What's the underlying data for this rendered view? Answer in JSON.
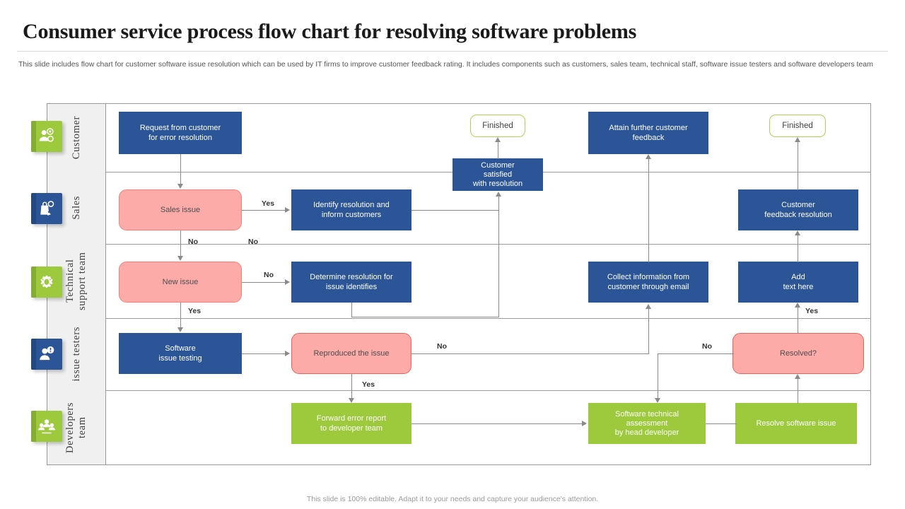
{
  "header": {
    "title": "Consumer service process flow chart for resolving software problems",
    "subtitle": "This slide includes flow chart for customer software issue resolution which can be used by IT firms to improve customer feedback rating. It includes components such as customers, sales team, technical staff, software issue testers and software developers team"
  },
  "footer": {
    "note": "This slide is 100% editable.  Adapt it to your needs and capture your audience's attention."
  },
  "colors": {
    "blue": "#2b5596",
    "green": "#9cca3c",
    "pink": "#fcaba8",
    "pink_border": "#e8635f",
    "terminator_border": "#b4cf4f",
    "lane_band": "#f0f0f0",
    "line": "#8a8a8a"
  },
  "lanes": [
    {
      "label": "Customer",
      "icon": "customer-support-icon",
      "icon_color": "green"
    },
    {
      "label": "Sales",
      "icon": "shopping-bag-tag-icon",
      "icon_color": "blue"
    },
    {
      "label": "Technical support team",
      "icon": "gear-bug-icon",
      "icon_color": "green"
    },
    {
      "label": "issue testers",
      "icon": "user-alert-icon",
      "icon_color": "blue"
    },
    {
      "label": "Developers team",
      "icon": "team-group-icon",
      "icon_color": "green"
    }
  ],
  "chart_data": {
    "type": "diagram",
    "title": "Consumer service process flow chart for resolving software problems",
    "nodes": [
      {
        "id": "n1",
        "text": "Request from customer\nfor error resolution",
        "lane": "Customer",
        "shape": "process",
        "color": "blue"
      },
      {
        "id": "n2",
        "text": "Finished",
        "lane": "Customer",
        "shape": "terminator",
        "color": "white"
      },
      {
        "id": "n3",
        "text": "Attain further customer\nfeedback",
        "lane": "Customer",
        "shape": "process",
        "color": "blue"
      },
      {
        "id": "n4",
        "text": "Finished",
        "lane": "Customer",
        "shape": "terminator",
        "color": "white"
      },
      {
        "id": "n5",
        "text": "Customer\nsatisfied\nwith resolution",
        "lane": "Customer/Sales",
        "shape": "process",
        "color": "blue"
      },
      {
        "id": "n6",
        "text": "Sales issue",
        "lane": "Sales",
        "shape": "decision",
        "color": "pink"
      },
      {
        "id": "n7",
        "text": "Identify resolution and\ninform customers",
        "lane": "Sales",
        "shape": "process",
        "color": "blue"
      },
      {
        "id": "n8",
        "text": "Customer\nfeedback resolution",
        "lane": "Sales",
        "shape": "process",
        "color": "blue"
      },
      {
        "id": "n9",
        "text": "New issue",
        "lane": "Technical support team",
        "shape": "decision",
        "color": "pink"
      },
      {
        "id": "n10",
        "text": "Determine resolution for\nissue identifies",
        "lane": "Technical support team",
        "shape": "process",
        "color": "blue"
      },
      {
        "id": "n11",
        "text": "Collect information from\ncustomer through email",
        "lane": "Technical support team",
        "shape": "process",
        "color": "blue"
      },
      {
        "id": "n12",
        "text": "Add\ntext  here",
        "lane": "Technical support team",
        "shape": "process",
        "color": "blue"
      },
      {
        "id": "n13",
        "text": "Software\nissue testing",
        "lane": "issue testers",
        "shape": "process",
        "color": "blue"
      },
      {
        "id": "n14",
        "text": "Reproduced the issue",
        "lane": "issue testers",
        "shape": "decision",
        "color": "pink"
      },
      {
        "id": "n15",
        "text": "Resolved?",
        "lane": "issue testers",
        "shape": "decision",
        "color": "pink"
      },
      {
        "id": "n16",
        "text": "Forward  error  report\nto  developer  team",
        "lane": "Developers team",
        "shape": "process",
        "color": "green"
      },
      {
        "id": "n17",
        "text": "Software technical\nassessment\nby head developer",
        "lane": "Developers team",
        "shape": "process",
        "color": "green"
      },
      {
        "id": "n18",
        "text": "Resolve software issue",
        "lane": "Developers team",
        "shape": "process",
        "color": "green"
      }
    ],
    "edges": [
      {
        "from": "n1",
        "to": "n6",
        "label": ""
      },
      {
        "from": "n6",
        "to": "n7",
        "label": "Yes"
      },
      {
        "from": "n6",
        "to": "n9",
        "label": "No"
      },
      {
        "from": "n7",
        "to": "n5",
        "label": "No"
      },
      {
        "from": "n9",
        "to": "n10",
        "label": "No"
      },
      {
        "from": "n9",
        "to": "n13",
        "label": "Yes"
      },
      {
        "from": "n10",
        "to": "n5",
        "label": ""
      },
      {
        "from": "n5",
        "to": "n2",
        "label": ""
      },
      {
        "from": "n13",
        "to": "n14",
        "label": ""
      },
      {
        "from": "n14",
        "to": "n16",
        "label": "Yes"
      },
      {
        "from": "n14",
        "to": "n11",
        "label": "No"
      },
      {
        "from": "n16",
        "to": "n17",
        "label": ""
      },
      {
        "from": "n17",
        "to": "n18",
        "label": ""
      },
      {
        "from": "n18",
        "to": "n15",
        "label": ""
      },
      {
        "from": "n15",
        "to": "n12",
        "label": "Yes"
      },
      {
        "from": "n15",
        "to": "n17",
        "label": "No"
      },
      {
        "from": "n11",
        "to": "n3",
        "label": ""
      },
      {
        "from": "n12",
        "to": "n8",
        "label": ""
      },
      {
        "from": "n8",
        "to": "n4",
        "label": ""
      }
    ],
    "edge_labels": [
      "Yes",
      "No",
      "No",
      "No",
      "Yes",
      "No",
      "Yes",
      "No",
      "Yes"
    ]
  },
  "nodes": {
    "n1": {
      "line1": "Request from customer",
      "line2": "for error resolution"
    },
    "n2": {
      "line1": "Finished"
    },
    "n3": {
      "line1": "Attain further customer",
      "line2": "feedback"
    },
    "n4": {
      "line1": "Finished"
    },
    "n5": {
      "line1": "Customer",
      "line2": "satisfied",
      "line3": "with resolution"
    },
    "n6": {
      "line1": "Sales issue"
    },
    "n7": {
      "line1": "Identify resolution and",
      "line2": "inform customers"
    },
    "n8": {
      "line1": "Customer",
      "line2": "feedback resolution"
    },
    "n9": {
      "line1": "New issue"
    },
    "n10": {
      "line1": "Determine resolution for",
      "line2": "issue identifies"
    },
    "n11": {
      "line1": "Collect information from",
      "line2": "customer through email"
    },
    "n12": {
      "line1": "Add",
      "line2": "text  here"
    },
    "n13": {
      "line1": "Software",
      "line2": "issue testing"
    },
    "n14": {
      "line1": "Reproduced the issue"
    },
    "n15": {
      "line1": "Resolved?"
    },
    "n16": {
      "line1": "Forward  error  report",
      "line2": "to  developer  team"
    },
    "n17": {
      "line1": "Software technical",
      "line2": "assessment",
      "line3": "by head developer"
    },
    "n18": {
      "line1": "Resolve software issue"
    }
  },
  "labels": {
    "sales_yes": "Yes",
    "sales_no": "No",
    "identify_no": "No",
    "newissue_no": "No",
    "newissue_yes": "Yes",
    "reproduced_no": "No",
    "reproduced_yes": "Yes",
    "resolved_no": "No",
    "resolved_yes": "Yes"
  }
}
